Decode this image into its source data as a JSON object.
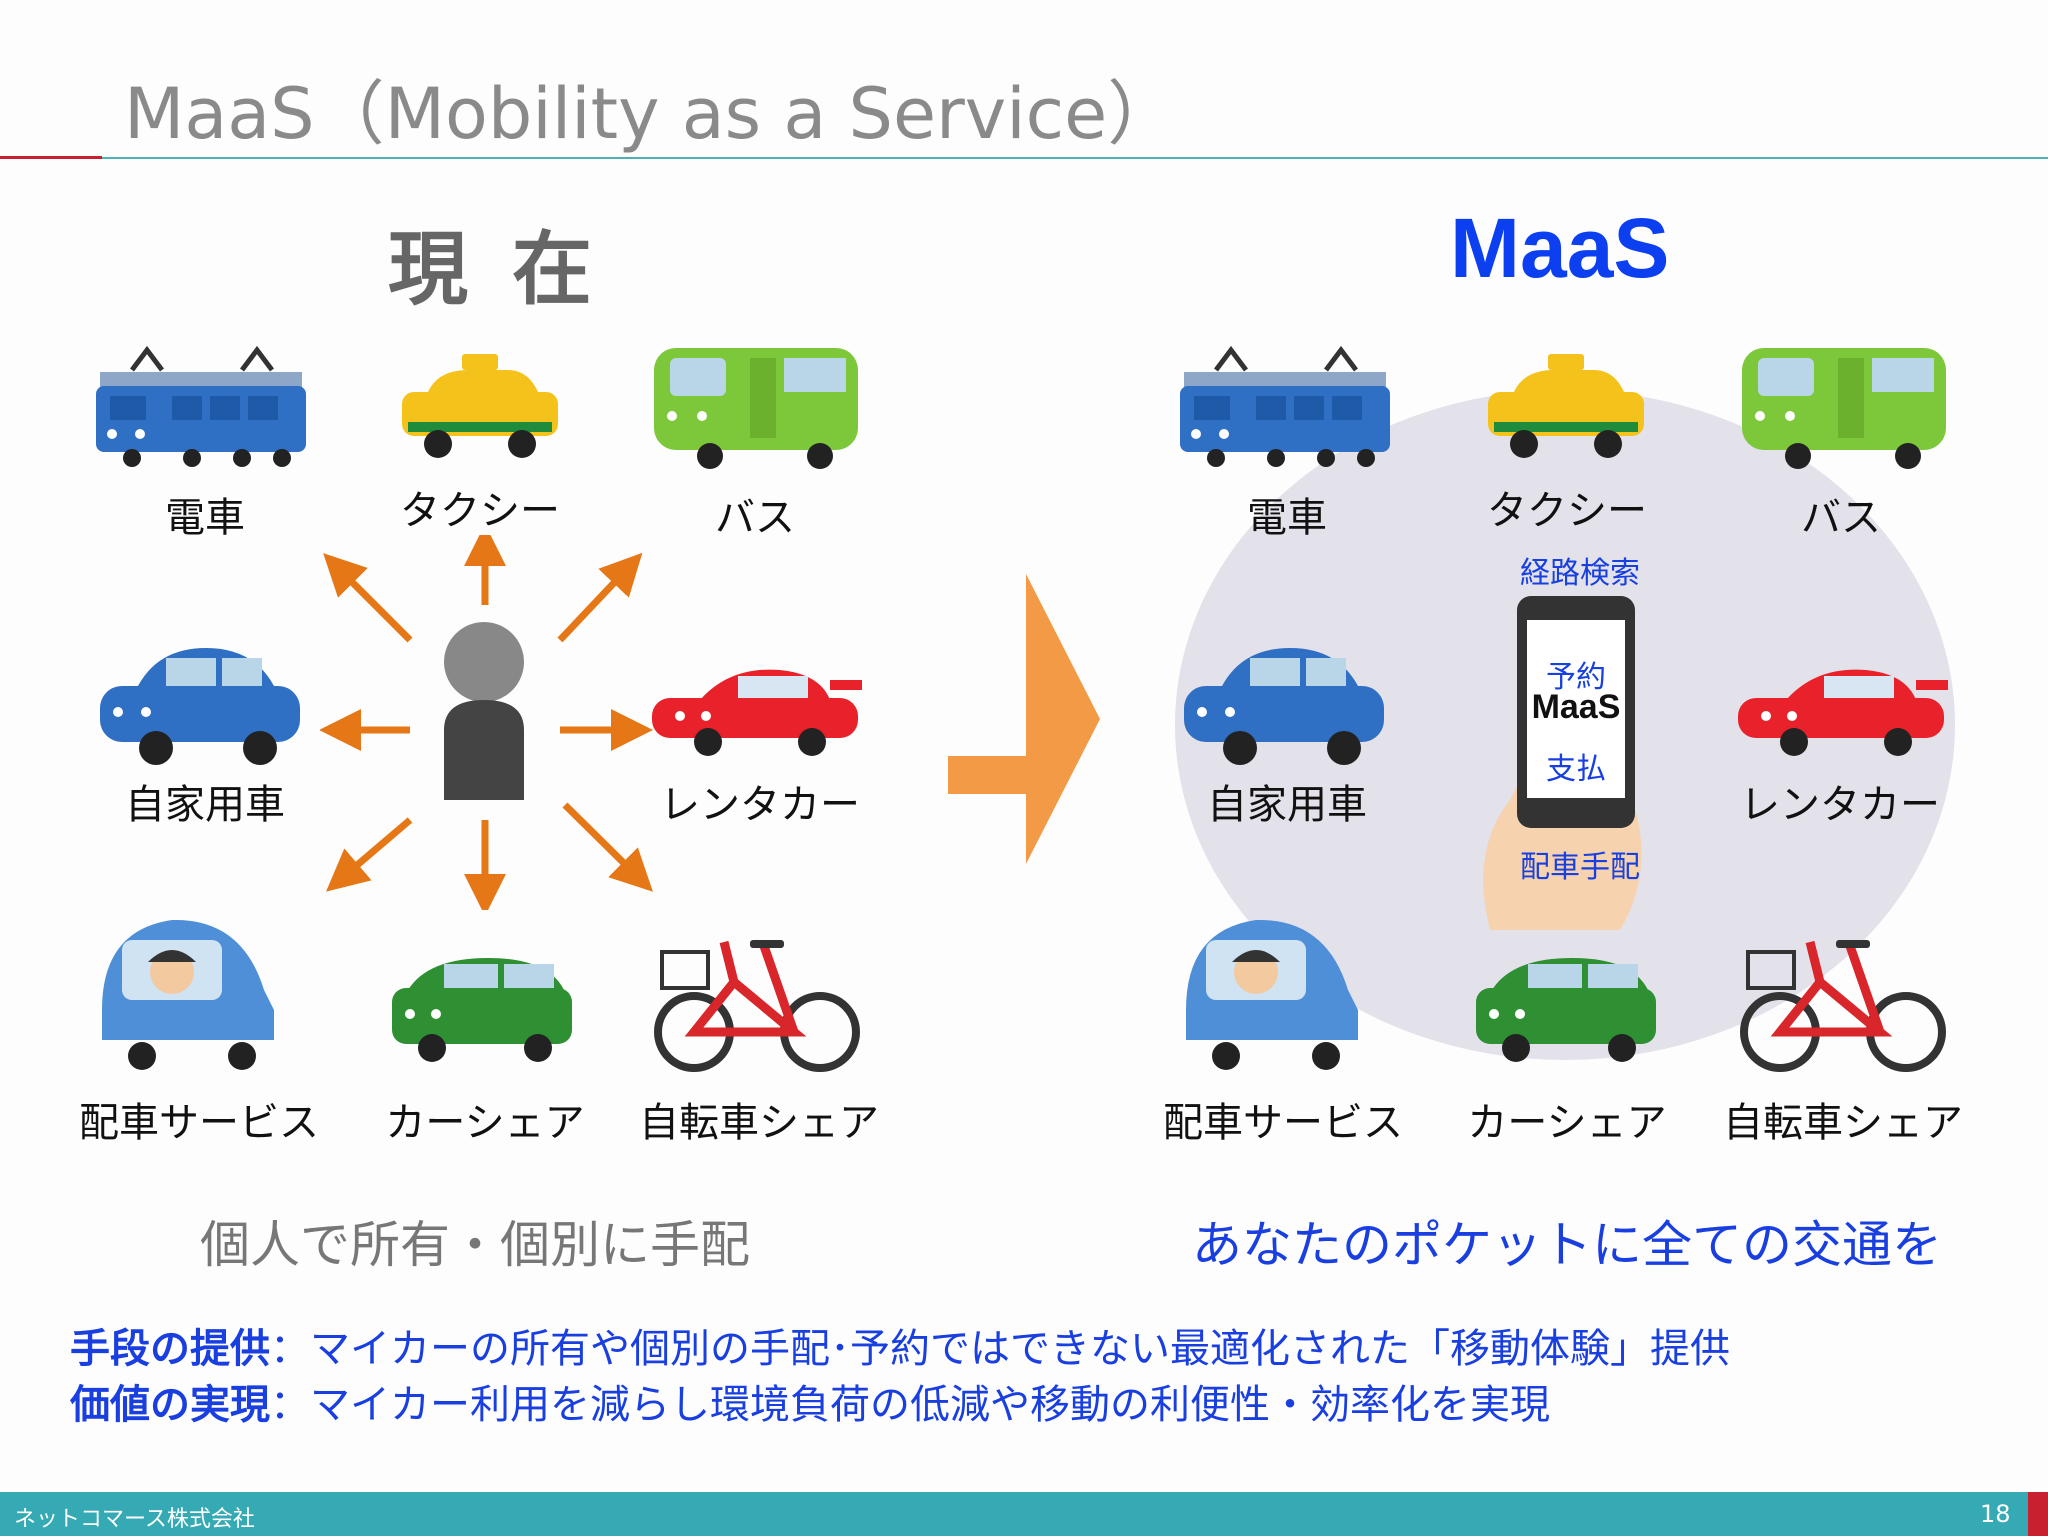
{
  "slide": {
    "title": "MaaS（Mobility as a Service）",
    "left_heading": "現 在",
    "right_heading": "MaaS",
    "modes": [
      "電車",
      "タクシー",
      "バス",
      "自家用車",
      "レンタカー",
      "配車サービス",
      "カーシェア",
      "自転車シェア"
    ],
    "maas_center": {
      "route_search": "経路検索",
      "reserve": "予約",
      "app_name": "MaaS",
      "pay": "支払",
      "dispatch": "配車手配"
    },
    "caption_left": "個人で所有・個別に手配",
    "caption_right": "あなたのポケットに全ての交通を",
    "bullets": [
      {
        "term": "手段の提供",
        "sep": "：",
        "text": "マイカーの所有や個別の手配･予約ではできない最適化された「移動体験」提供"
      },
      {
        "term": "価値の実現",
        "sep": "：",
        "text": "マイカー利用を減らし環境負荷の低減や移動の利便性・効率化を実現"
      }
    ]
  },
  "footer": {
    "company": "ネットコマース株式会社",
    "page_number": "18"
  },
  "colors": {
    "accent_blue": "#0b3ff0",
    "arrow_orange": "#e57716",
    "big_arrow": "#f29a45",
    "footer_teal": "#35a9b4",
    "rule_red": "#c8202e"
  }
}
